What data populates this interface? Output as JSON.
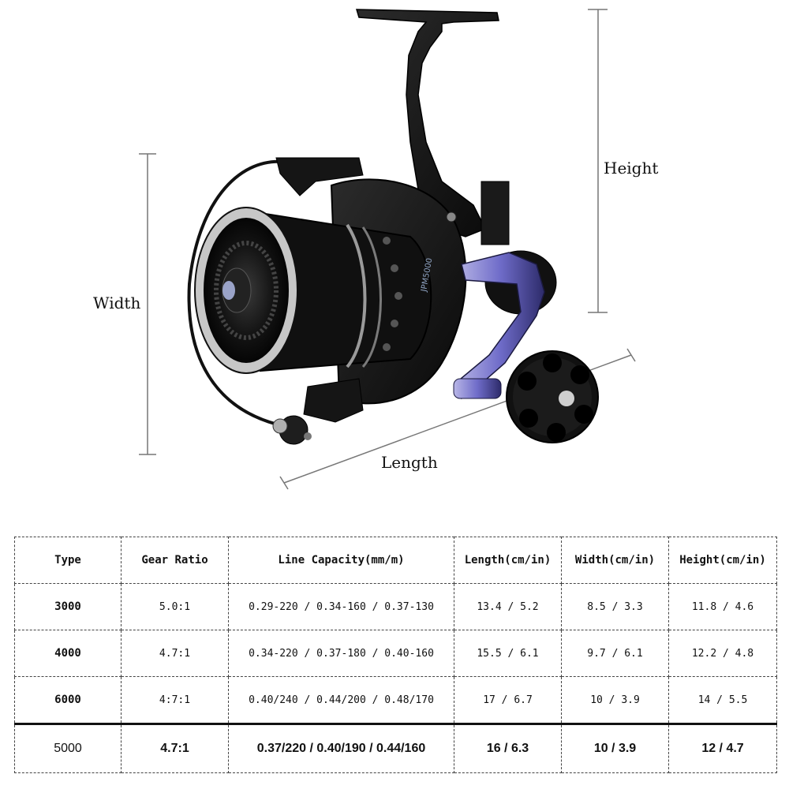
{
  "dimensions": {
    "height_label": "Height",
    "width_label": "Width",
    "length_label": "Length"
  },
  "reel": {
    "spool_print": "JPM5000"
  },
  "table": {
    "headers": [
      "Type",
      "Gear Ratio",
      "Line Capacity(mm/m)",
      "Length(cm/in)",
      "Width(cm/in)",
      "Height(cm/in)"
    ],
    "rows": [
      [
        "3000",
        "5.0:1",
        "0.29-220 / 0.34-160 / 0.37-130",
        "13.4 / 5.2",
        "8.5 / 3.3",
        "11.8 / 4.6"
      ],
      [
        "4000",
        "4.7:1",
        "0.34-220 / 0.37-180 / 0.40-160",
        "15.5 / 6.1",
        "9.7 / 6.1",
        "12.2 / 4.8"
      ],
      [
        "6000",
        "4:7:1",
        "0.40/240 / 0.44/200 / 0.48/170",
        "17 / 6.7",
        "10 / 3.9",
        "14 / 5.5"
      ],
      [
        "5000",
        "4.7:1",
        "0.37/220 / 0.40/190 / 0.44/160",
        "16 / 6.3",
        "10 / 3.9",
        "12 / 4.7"
      ]
    ]
  }
}
